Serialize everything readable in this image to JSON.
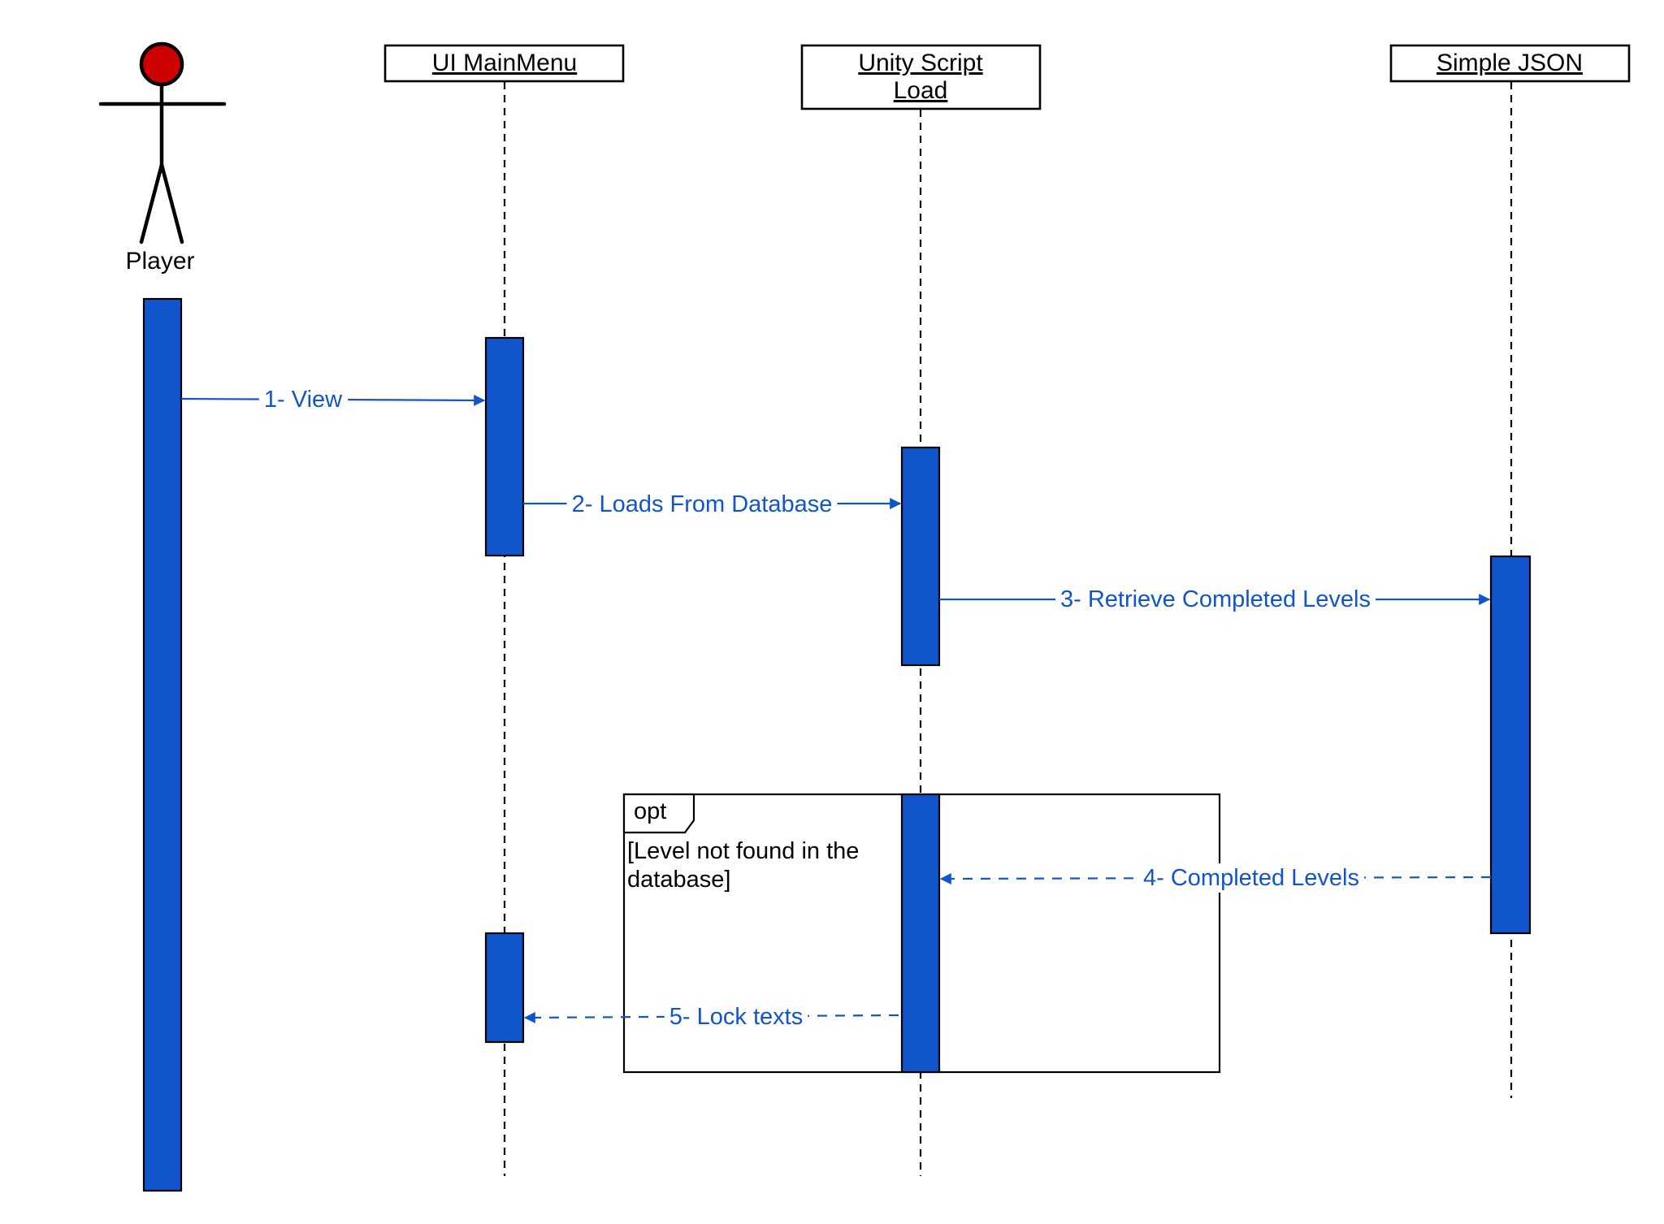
{
  "colors": {
    "activation": "#1155cc",
    "message": "#1155cc",
    "actor_head": "#cc0000",
    "line": "#000000"
  },
  "actor": {
    "label": "Player"
  },
  "participants": [
    {
      "id": "ui",
      "lines": [
        "UI MainMenu"
      ]
    },
    {
      "id": "load",
      "lines": [
        "Unity Script",
        "Load"
      ]
    },
    {
      "id": "json",
      "lines": [
        "Simple JSON"
      ]
    }
  ],
  "messages": [
    {
      "id": "m1",
      "label": "1- View",
      "from": "player",
      "to": "ui",
      "style": "solid"
    },
    {
      "id": "m2",
      "label": "2- Loads From Database",
      "from": "ui",
      "to": "load",
      "style": "solid"
    },
    {
      "id": "m3",
      "label": "3- Retrieve Completed Levels",
      "from": "load",
      "to": "json",
      "style": "solid"
    },
    {
      "id": "m4",
      "label": "4- Completed Levels",
      "from": "json",
      "to": "load",
      "style": "dashed"
    },
    {
      "id": "m5",
      "label": "5- Lock texts",
      "from": "load",
      "to": "ui",
      "style": "dashed"
    }
  ],
  "fragment": {
    "operator": "opt",
    "guard_lines": [
      "[Level not found in the",
      "database]"
    ]
  }
}
